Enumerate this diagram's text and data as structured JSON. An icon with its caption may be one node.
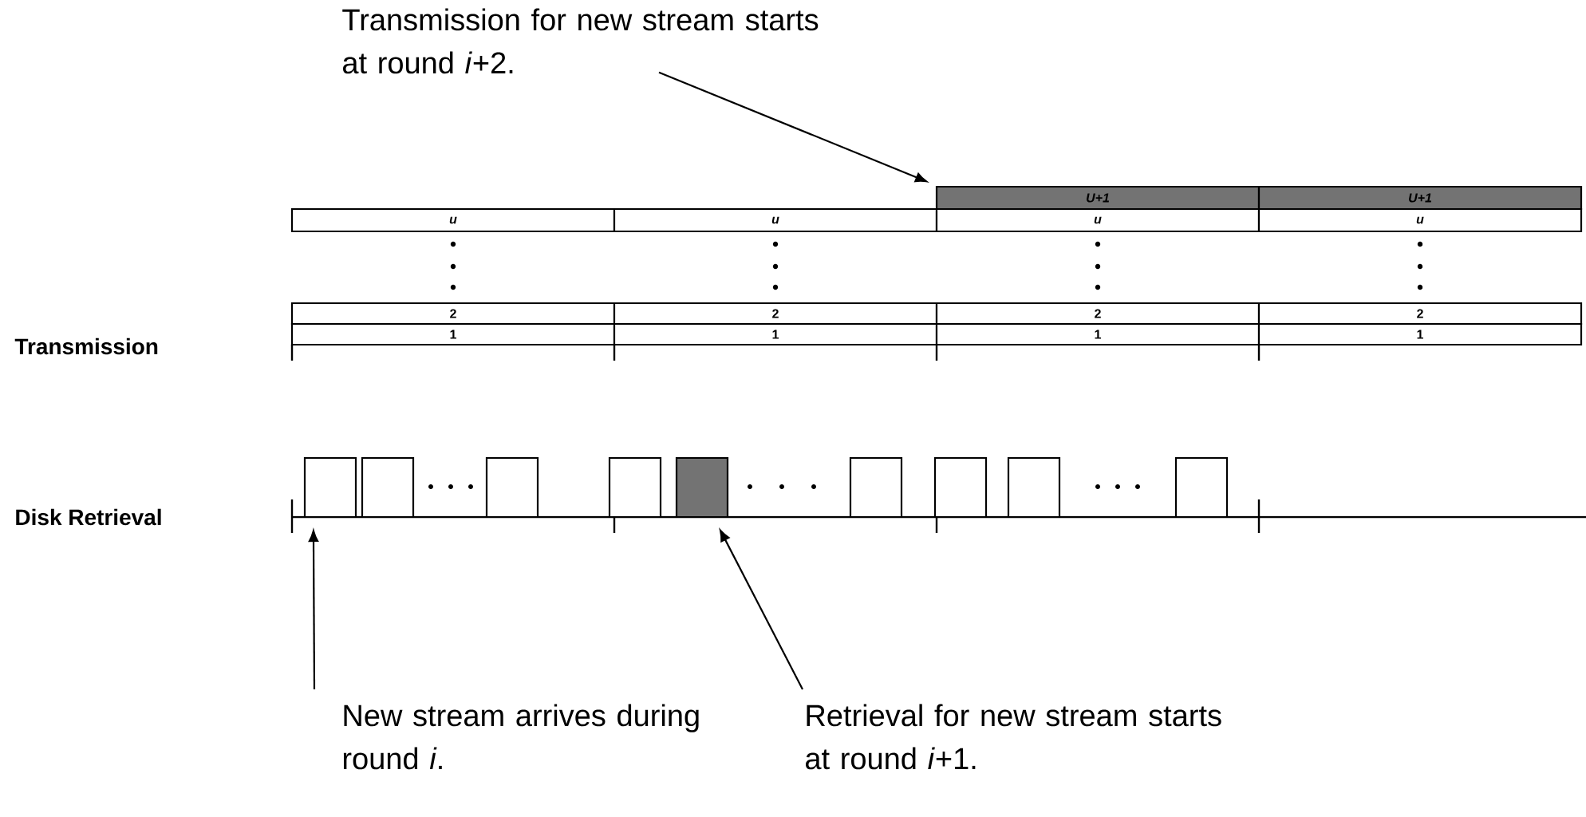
{
  "diagram": {
    "nodes": [
      {
        "text": [
          "Transmission for new stream starts at round *i*+2."
        ]
      },
      {
        "text": [
          "U+1"
        ]
      },
      {
        "text": [
          "U+1"
        ]
      },
      {
        "text": [
          "u"
        ]
      },
      {
        "text": [
          "u"
        ]
      },
      {
        "text": [
          "u"
        ]
      },
      {
        "text": [
          "u"
        ]
      },
      {
        "text": [
          "2"
        ]
      },
      {
        "text": [
          "2"
        ]
      },
      {
        "text": [
          "2"
        ]
      },
      {
        "text": [
          "2"
        ]
      },
      {
        "text": [
          "1"
        ]
      },
      {
        "text": [
          "1"
        ]
      },
      {
        "text": [
          "1"
        ]
      },
      {
        "text": [
          "1"
        ]
      },
      {
        "text": [],
        "shape": "box"
      },
      {
        "text": [],
        "shape": "box"
      },
      {
        "text": [],
        "shape": "box"
      },
      {
        "text": [],
        "shape": "box"
      },
      {
        "text": [],
        "shape": "box"
      },
      {
        "text": [],
        "shape": "box"
      },
      {
        "text": [],
        "shape": "box"
      },
      {
        "text": [],
        "shape": "box"
      },
      {
        "text": [],
        "shape": "box"
      },
      {
        "text": [
          "New stream arrives during round *i*."
        ]
      },
      {
        "text": [
          "Retrieval for new stream starts at round *i*+1."
        ]
      }
    ],
    "edges": [
      {
        "from": 0,
        "to": 1,
        "arrow": "to"
      },
      {
        "from": 24,
        "to": 15,
        "arrow": "to"
      },
      {
        "from": 25,
        "to": 19,
        "arrow": "to"
      }
    ],
    "labels": [
      "Transmission",
      "Disk Retrieval"
    ]
  }
}
